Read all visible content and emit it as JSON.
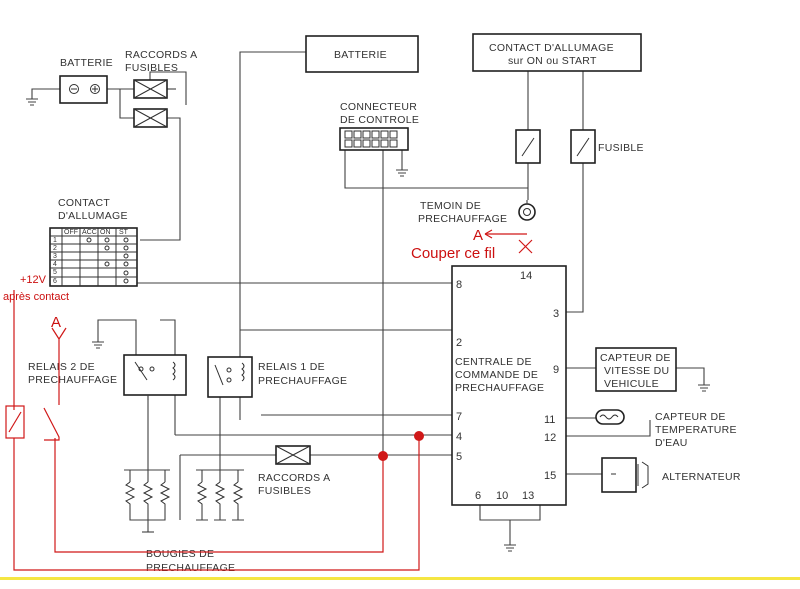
{
  "labels": {
    "batterie_left": "BATTERIE",
    "raccords_top_1": "RACCORDS A",
    "raccords_top_2": "FUSIBLES",
    "batterie_top": "BATTERIE",
    "contact_top_1": "CONTACT D'ALLUMAGE",
    "contact_top_2": "sur ON ou START",
    "connecteur_1": "CONNECTEUR",
    "connecteur_2": "DE CONTROLE",
    "fusible": "FUSIBLE",
    "temoin_1": "TEMOIN DE",
    "temoin_2": "PRECHAUFFAGE",
    "contact_left_1": "CONTACT",
    "contact_left_2": "D'ALLUMAGE",
    "relais2_1": "RELAIS 2 DE",
    "relais2_2": "PRECHAUFFAGE",
    "relais1_1": "RELAIS 1 DE",
    "relais1_2": "PRECHAUFFAGE",
    "centrale_1": "CENTRALE DE",
    "centrale_2": "COMMANDE DE",
    "centrale_3": "PRECHAUFFAGE",
    "capteur_vitesse_1": "CAPTEUR DE",
    "capteur_vitesse_2": "VITESSE DU",
    "capteur_vitesse_3": "VEHICULE",
    "capteur_temp_1": "CAPTEUR DE",
    "capteur_temp_2": "TEMPERATURE",
    "capteur_temp_3": "D'EAU",
    "alternateur": "ALTERNATEUR",
    "raccords_bottom_1": "RACCORDS A",
    "raccords_bottom_2": "FUSIBLES",
    "bougies_1": "BOUGIES DE",
    "bougies_2": "PRECHAUFFAGE"
  },
  "switch_table": {
    "headers": [
      "OFF",
      "ACC",
      "ON",
      "ST"
    ],
    "rows": [
      "1",
      "2",
      "3",
      "4",
      "5",
      "6"
    ]
  },
  "pins": {
    "p14": "14",
    "p8": "8",
    "p3": "3",
    "p2": "2",
    "p9": "9",
    "p7": "7",
    "p11": "11",
    "p4": "4",
    "p12": "12",
    "p5": "5",
    "p15": "15",
    "p6": "6",
    "p10": "10",
    "p13": "13"
  },
  "annotations": {
    "a_marker_right": "A",
    "couper": "Couper ce fil",
    "plus12": "+12V",
    "apres_contact": "après contact",
    "a_marker_left": "A"
  },
  "colors": {
    "wire": "#404040",
    "annotation": "#cc1010",
    "footer_line": "#f5e642"
  }
}
